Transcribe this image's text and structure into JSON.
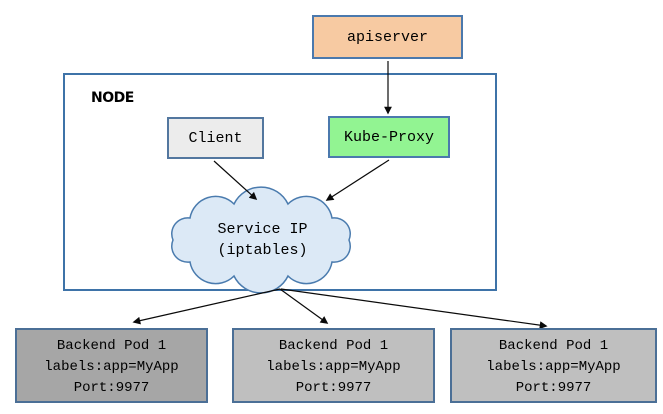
{
  "diagram": {
    "nodes": {
      "apiserver": {
        "label": "apiserver",
        "fill": "#F7CAA2"
      },
      "node": {
        "label": "NODE"
      },
      "client": {
        "label": "Client",
        "fill": "#ECECEC"
      },
      "kube_proxy": {
        "label": "Kube-Proxy",
        "fill": "#92F492"
      },
      "service_ip": {
        "line1": "Service IP",
        "line2": "(iptables)",
        "fill": "#DCE9F6"
      },
      "backend_pods": [
        {
          "title": "Backend Pod 1",
          "labels": "labels:app=MyApp",
          "port": "Port:9977",
          "fill": "#A6A6A6"
        },
        {
          "title": "Backend Pod 1",
          "labels": "labels:app=MyApp",
          "port": "Port:9977",
          "fill": "#BFBFBF"
        },
        {
          "title": "Backend Pod 1",
          "labels": "labels:app=MyApp",
          "port": "Port:9977",
          "fill": "#BFBFBF"
        }
      ]
    },
    "edges": [
      {
        "from": "apiserver",
        "to": "kube-proxy"
      },
      {
        "from": "client",
        "to": "service-ip"
      },
      {
        "from": "kube-proxy",
        "to": "service-ip"
      },
      {
        "from": "service-ip",
        "to": "backend-pod-1"
      },
      {
        "from": "service-ip",
        "to": "backend-pod-2"
      },
      {
        "from": "service-ip",
        "to": "backend-pod-3"
      }
    ],
    "colors": {
      "border_blue": "#4478AC",
      "arrow_black": "#000000",
      "background": "#FFFFFF"
    }
  }
}
